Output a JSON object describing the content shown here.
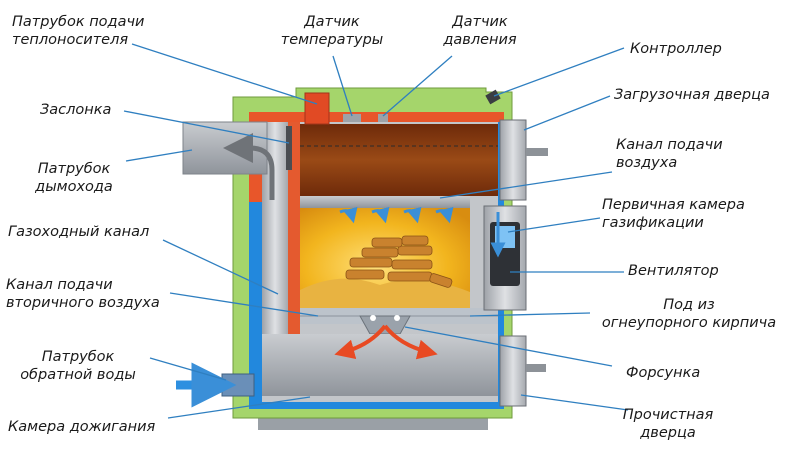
{
  "labels": {
    "coolant_supply_pipe": "Патрубок подачи\nтеплоносителя",
    "temperature_sensor": "Датчик\nтемпературы",
    "pressure_sensor": "Датчик\nдавления",
    "controller": "Контроллер",
    "damper": "Заслонка",
    "loading_door": "Загрузочная дверца",
    "chimney_pipe": "Патрубок\nдымохода",
    "air_supply_channel": "Канал подачи\nвоздуха",
    "primary_gasification_chamber": "Первичная камера\nгазификации",
    "flue_gas_channel": "Газоходный канал",
    "fan": "Вентилятор",
    "secondary_air_channel": "Канал подачи\nвторичного воздуха",
    "refractory_floor": "Под из\nогнеупорного кирпича",
    "return_water_pipe": "Патрубок\nобратной воды",
    "nozzle": "Форсунка",
    "afterburning_chamber": "Камера дожигания",
    "cleaning_door": "Прочистная\nдверца"
  },
  "colors": {
    "outer_body": "#a5d56b",
    "water_jacket": "#2288dd",
    "hot_jacket": "#e8562a",
    "steel": "#b9bcc1",
    "upper_chamber": "#8a3d12",
    "fire_chamber": "#f2b51e",
    "firewood": "#c9822e",
    "leader_line": "#2f7fc0",
    "arrow_blue": "#3a8fd8",
    "arrow_red": "#e84a23"
  }
}
